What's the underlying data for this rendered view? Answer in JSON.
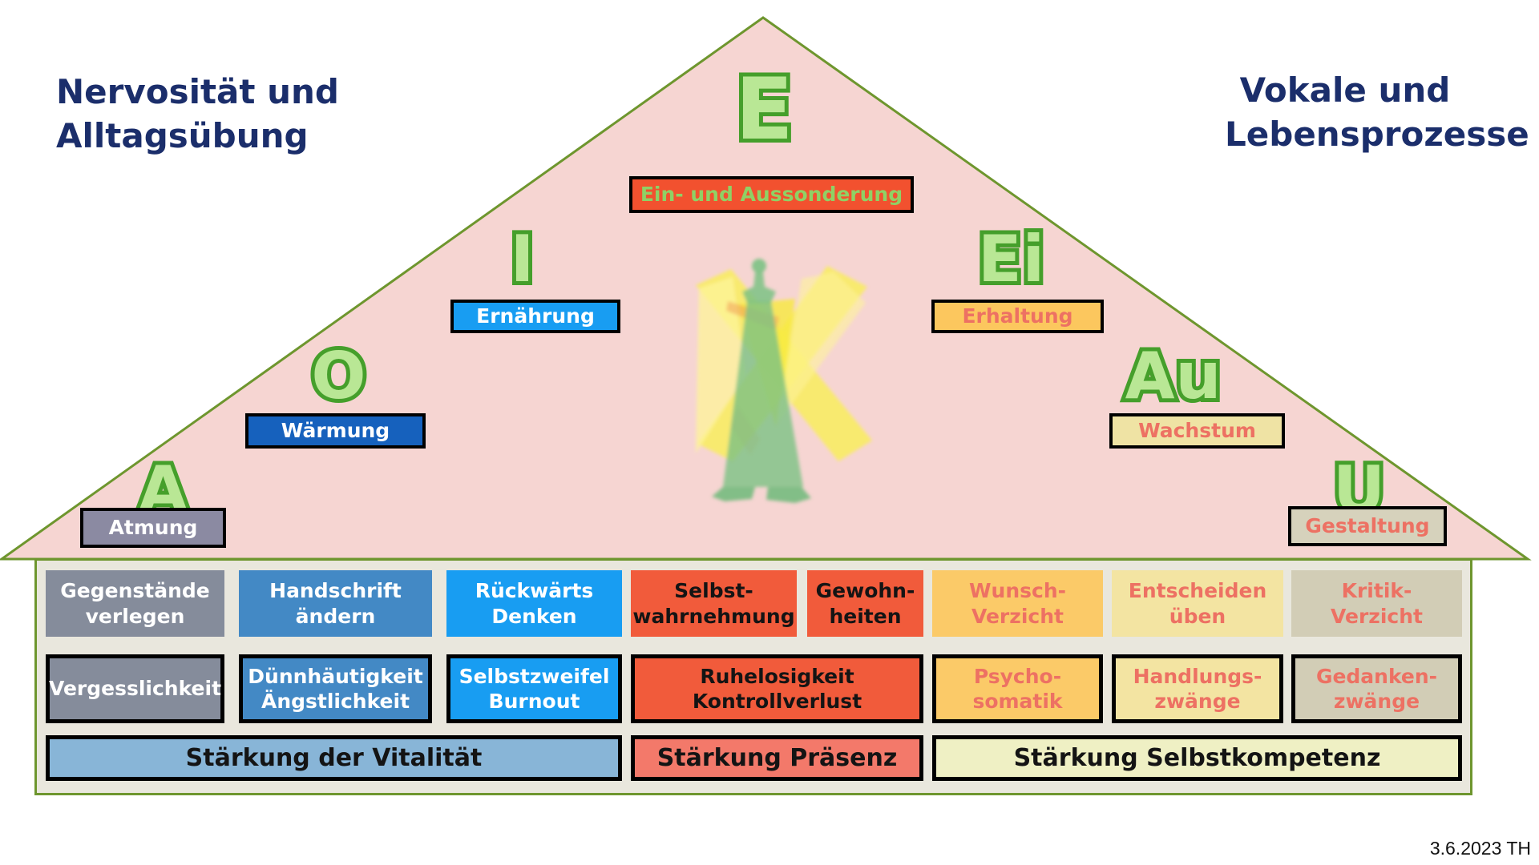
{
  "palette": {
    "triangle_fill": "#f6d5d2",
    "green_border": "#6e962e",
    "navy_title": "#1b2e6b",
    "vowel_outline_green": "#459f2b",
    "vowel_fill_green": "#b9e795",
    "salmon_text": "#ed7163",
    "light_green_text": "#8fd165",
    "table_background": "#e9e7dd"
  },
  "header": {
    "left_title": "Nervosität und\nAlltagsübung",
    "right_title": "Vokale und\nLebensprozesse"
  },
  "triangle": {
    "items": [
      {
        "letter": "A",
        "label": "Atmung",
        "bg": "#8b8aa2",
        "color": "#ffffff"
      },
      {
        "letter": "O",
        "label": "Wärmung",
        "bg": "#1661bd",
        "color": "#ffffff"
      },
      {
        "letter": "I",
        "label": "Ernährung",
        "bg": "#189df2",
        "color": "#ffffff"
      },
      {
        "letter": "E",
        "label": "Ein- und Aussonderung",
        "bg": "#f2512f",
        "color": "#8fd165"
      },
      {
        "letter": "Ei",
        "label": "Erhaltung",
        "bg": "#fcc75e",
        "color": "#ed7163"
      },
      {
        "letter": "Au",
        "label": "Wachstum",
        "bg": "#efe3a4",
        "color": "#ed7163"
      },
      {
        "letter": "U",
        "label": "Gestaltung",
        "bg": "#d6d2bc",
        "color": "#ed7163"
      }
    ]
  },
  "figure": {
    "name": "eurythmy-figure"
  },
  "table": {
    "row1": [
      {
        "label": "Gegenstände\nverlegen",
        "bg": "#858c9b",
        "color": "#ffffff"
      },
      {
        "label": "Handschrift\nändern",
        "bg": "#4389c5",
        "color": "#ffffff"
      },
      {
        "label": "Rückwärts\nDenken",
        "bg": "#189df2",
        "color": "#ffffff"
      },
      {
        "label": "Selbst-\nwahrnehmung",
        "bg": "#f15b3b",
        "color": "#141414"
      },
      {
        "label": "Gewohn-\nheiten",
        "bg": "#f15b3b",
        "color": "#141414"
      },
      {
        "label": "Wunsch-\nVerzicht",
        "bg": "#fbca68",
        "color": "#ed7163"
      },
      {
        "label": "Entscheiden\nüben",
        "bg": "#f3e4a2",
        "color": "#ed7163"
      },
      {
        "label": "Kritik-\nVerzicht",
        "bg": "#d2cdb6",
        "color": "#ed7163"
      }
    ],
    "row2": [
      {
        "label": "Vergesslichkeit",
        "bg": "#858c9b",
        "color": "#ffffff"
      },
      {
        "label": "Dünnhäutigkeit\nÄngstlichkeit",
        "bg": "#4389c5",
        "color": "#ffffff"
      },
      {
        "label": "Selbstzweifel\nBurnout",
        "bg": "#189df2",
        "color": "#ffffff"
      },
      {
        "label": "Ruhelosigkeit\nKontrollverlust",
        "bg": "#f15b3b",
        "color": "#141414"
      },
      {
        "label": "Psycho-\nsomatik",
        "bg": "#fbca68",
        "color": "#ed7163"
      },
      {
        "label": "Handlungs-\nzwänge",
        "bg": "#f3e4a2",
        "color": "#ed7163"
      },
      {
        "label": "Gedanken-\nzwänge",
        "bg": "#d2cdb6",
        "color": "#ed7163"
      }
    ],
    "row3": [
      {
        "label": "Stärkung der Vitalität",
        "bg": "#88b5d7",
        "color": "#141414"
      },
      {
        "label": "Stärkung Präsenz",
        "bg": "#f3796a",
        "color": "#141414"
      },
      {
        "label": "Stärkung Selbstkompetenz",
        "bg": "#eff0c4",
        "color": "#141414"
      }
    ]
  },
  "footer": {
    "date_note": "3.6.2023 TH"
  }
}
